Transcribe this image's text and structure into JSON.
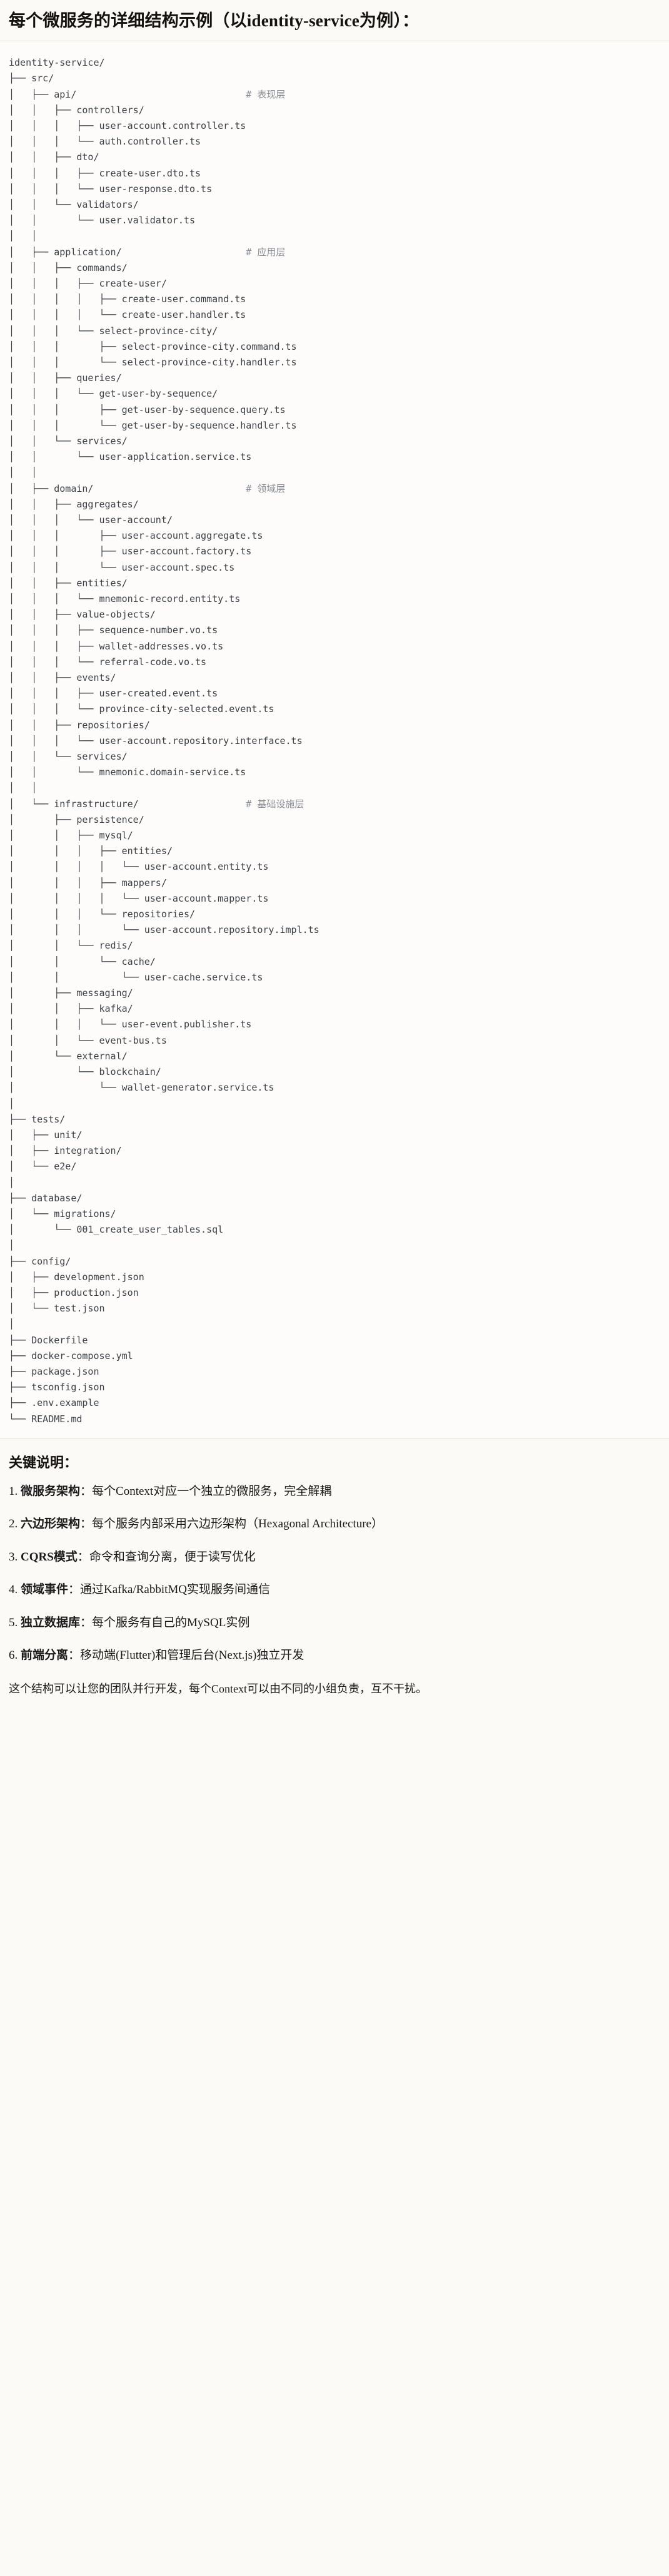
{
  "document": {
    "title": "每个微服务的详细结构示例（以identity-service为例）：",
    "notes_heading": "关键说明：",
    "closing": "这个结构可以让您的团队并行开发，每个Context可以由不同的小组负责，互不干扰。"
  },
  "tree": {
    "root": "identity-service/",
    "comments": {
      "api": "# 表现层",
      "application": "# 应用层",
      "domain": "# 领域层",
      "infrastructure": "# 基础设施层"
    },
    "lines": [
      "identity-service/",
      "├── src/",
      "│   ├── api/                              # 表现层",
      "│   │   ├── controllers/",
      "│   │   │   ├── user-account.controller.ts",
      "│   │   │   └── auth.controller.ts",
      "│   │   ├── dto/",
      "│   │   │   ├── create-user.dto.ts",
      "│   │   │   └── user-response.dto.ts",
      "│   │   └── validators/",
      "│   │       └── user.validator.ts",
      "│   │",
      "│   ├── application/                      # 应用层",
      "│   │   ├── commands/",
      "│   │   │   ├── create-user/",
      "│   │   │   │   ├── create-user.command.ts",
      "│   │   │   │   └── create-user.handler.ts",
      "│   │   │   └── select-province-city/",
      "│   │   │       ├── select-province-city.command.ts",
      "│   │   │       └── select-province-city.handler.ts",
      "│   │   ├── queries/",
      "│   │   │   └── get-user-by-sequence/",
      "│   │   │       ├── get-user-by-sequence.query.ts",
      "│   │   │       └── get-user-by-sequence.handler.ts",
      "│   │   └── services/",
      "│   │       └── user-application.service.ts",
      "│   │",
      "│   ├── domain/                           # 领域层",
      "│   │   ├── aggregates/",
      "│   │   │   └── user-account/",
      "│   │   │       ├── user-account.aggregate.ts",
      "│   │   │       ├── user-account.factory.ts",
      "│   │   │       └── user-account.spec.ts",
      "│   │   ├── entities/",
      "│   │   │   └── mnemonic-record.entity.ts",
      "│   │   ├── value-objects/",
      "│   │   │   ├── sequence-number.vo.ts",
      "│   │   │   ├── wallet-addresses.vo.ts",
      "│   │   │   └── referral-code.vo.ts",
      "│   │   ├── events/",
      "│   │   │   ├── user-created.event.ts",
      "│   │   │   └── province-city-selected.event.ts",
      "│   │   ├── repositories/",
      "│   │   │   └── user-account.repository.interface.ts",
      "│   │   └── services/",
      "│   │       └── mnemonic.domain-service.ts",
      "│   │",
      "│   └── infrastructure/                   # 基础设施层",
      "│       ├── persistence/",
      "│       │   ├── mysql/",
      "│       │   │   ├── entities/",
      "│       │   │   │   └── user-account.entity.ts",
      "│       │   │   ├── mappers/",
      "│       │   │   │   └── user-account.mapper.ts",
      "│       │   │   └── repositories/",
      "│       │   │       └── user-account.repository.impl.ts",
      "│       │   └── redis/",
      "│       │       └── cache/",
      "│       │           └── user-cache.service.ts",
      "│       ├── messaging/",
      "│       │   ├── kafka/",
      "│       │   │   └── user-event.publisher.ts",
      "│       │   └── event-bus.ts",
      "│       └── external/",
      "│           └── blockchain/",
      "│               └── wallet-generator.service.ts",
      "│",
      "├── tests/",
      "│   ├── unit/",
      "│   ├── integration/",
      "│   └── e2e/",
      "│",
      "├── database/",
      "│   └── migrations/",
      "│       └── 001_create_user_tables.sql",
      "│",
      "├── config/",
      "│   ├── development.json",
      "│   ├── production.json",
      "│   └── test.json",
      "│",
      "├── Dockerfile",
      "├── docker-compose.yml",
      "├── package.json",
      "├── tsconfig.json",
      "├── .env.example",
      "└── README.md"
    ]
  },
  "notes": [
    {
      "term": "微服务架构",
      "sep": "：",
      "text": "每个Context对应一个独立的微服务，完全解耦"
    },
    {
      "term": "六边形架构",
      "sep": "：",
      "text": "每个服务内部采用六边形架构（Hexagonal Architecture）"
    },
    {
      "term": "CQRS模式",
      "sep": "：",
      "text": "命令和查询分离，便于读写优化"
    },
    {
      "term": "领域事件",
      "sep": "：",
      "text": "通过Kafka/RabbitMQ实现服务间通信"
    },
    {
      "term": "独立数据库",
      "sep": "：",
      "text": "每个服务有自己的MySQL实例"
    },
    {
      "term": "前端分离",
      "sep": "：",
      "text": "移动端(Flutter)和管理后台(Next.js)独立开发"
    }
  ],
  "colors": {
    "page_bg": "#fbfaf7",
    "code_bg": "#fdfcfa",
    "text": "#1a1a1a",
    "code_text": "#3b4046",
    "comment_text": "#878c94",
    "rule": "#e3e0d8"
  }
}
